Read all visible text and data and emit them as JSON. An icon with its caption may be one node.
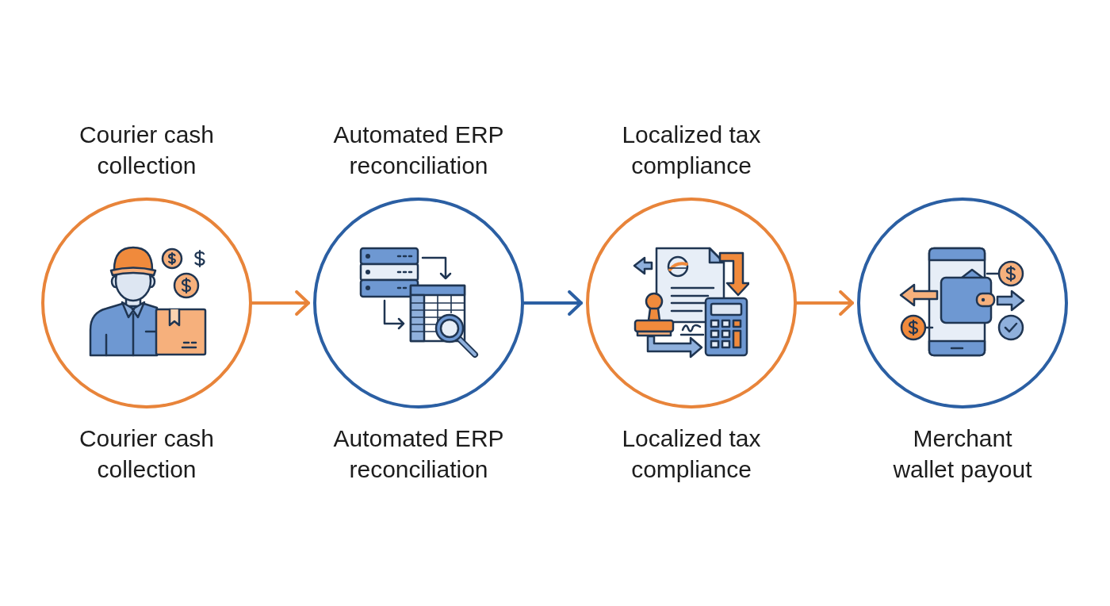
{
  "diagram": {
    "nodes": [
      {
        "text": [
          "Courier cash collection"
        ],
        "beside": [
          "Courier cash collection"
        ]
      },
      {
        "text": [
          "Automated ERP reconciliation"
        ],
        "beside": [
          "Automated ERP reconciliation"
        ]
      },
      {
        "text": [
          "Localized tax compliance"
        ],
        "beside": [
          "Localized tax compliance"
        ]
      },
      {
        "text": [
          "Merchant wallet payout"
        ]
      }
    ],
    "edges": [
      {
        "from": 0,
        "to": 1,
        "arrow": "to"
      },
      {
        "from": 1,
        "to": 2,
        "arrow": "to",
        "color": "#2b5fa3"
      },
      {
        "from": 2,
        "to": 3,
        "arrow": "to"
      }
    ]
  }
}
